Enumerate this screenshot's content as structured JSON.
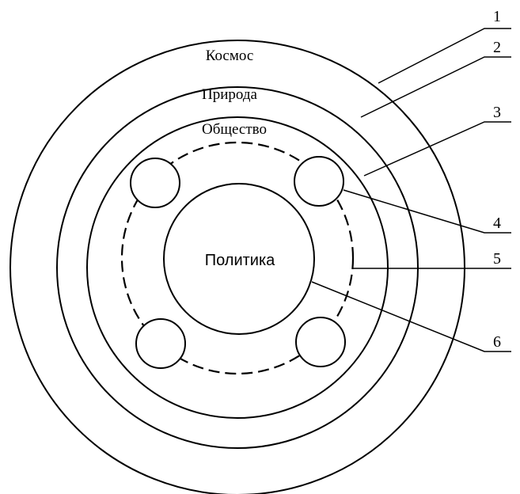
{
  "labels": {
    "cosmos": "Космос",
    "nature": "Природа",
    "society": "Общество",
    "politics": "Политика"
  },
  "callouts": [
    "1",
    "2",
    "3",
    "4",
    "5",
    "6"
  ],
  "colors": {
    "line": "#000000",
    "background": "#ffffff"
  }
}
